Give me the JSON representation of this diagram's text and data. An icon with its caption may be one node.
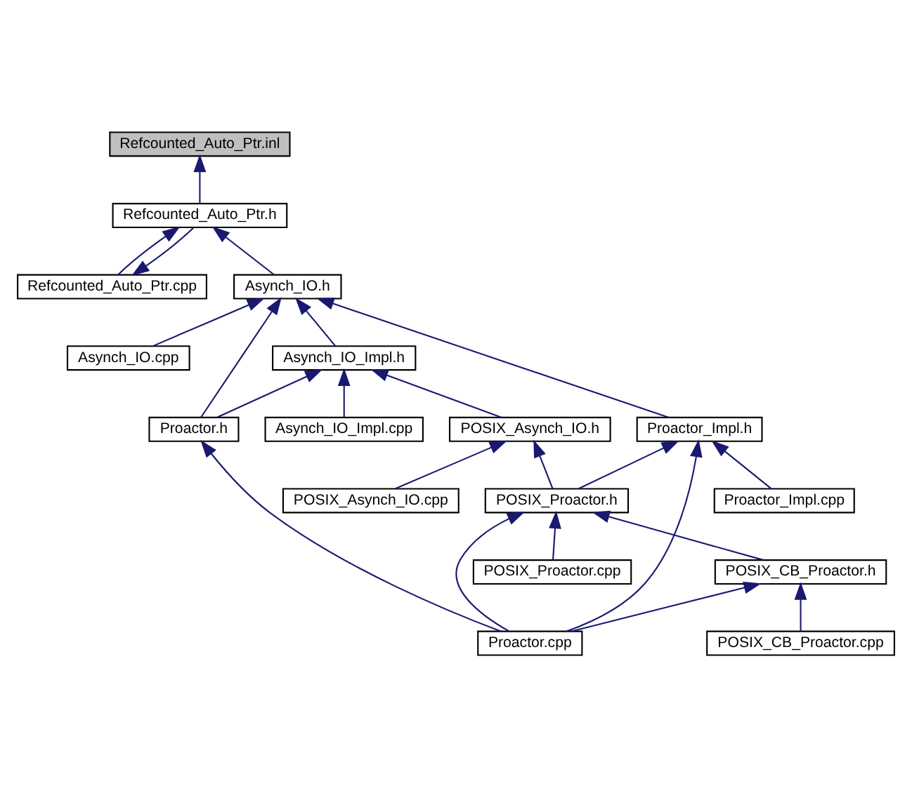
{
  "diagram": {
    "nodes": [
      {
        "text": [
          "Refcounted_Auto_Ptr.inl"
        ]
      },
      {
        "text": [
          "Refcounted_Auto_Ptr.h"
        ]
      },
      {
        "text": [
          "Asynch_IO.h"
        ]
      },
      {
        "text": [
          "Refcounted_Auto_Ptr.cpp"
        ]
      },
      {
        "text": [
          "Asynch_IO.cpp"
        ]
      },
      {
        "text": [
          "Asynch_IO_Impl.h"
        ]
      },
      {
        "text": [
          "Proactor_Impl.h"
        ]
      },
      {
        "text": [
          "Proactor.h"
        ]
      },
      {
        "text": [
          "Asynch_IO_Impl.cpp"
        ]
      },
      {
        "text": [
          "POSIX_Asynch_IO.h"
        ]
      },
      {
        "text": [
          "Proactor_Impl.cpp"
        ]
      },
      {
        "text": [
          "POSIX_Proactor.h"
        ]
      },
      {
        "text": [
          "POSIX_Asynch_IO.cpp"
        ]
      },
      {
        "text": [
          "POSIX_Proactor.cpp"
        ]
      },
      {
        "text": [
          "POSIX_CB_Proactor.h"
        ]
      },
      {
        "text": [
          "Proactor.cpp"
        ]
      },
      {
        "text": [
          "POSIX_CB_Proactor.cpp"
        ]
      }
    ],
    "edges": [
      {
        "from": 1,
        "to": 0,
        "arrow": "to"
      },
      {
        "from": 2,
        "to": 1,
        "arrow": "to"
      },
      {
        "from": 3,
        "to": 1,
        "arrow": "to"
      },
      {
        "from": 1,
        "to": 3,
        "arrow": "to"
      },
      {
        "from": 4,
        "to": 2,
        "arrow": "to"
      },
      {
        "from": 5,
        "to": 2,
        "arrow": "to"
      },
      {
        "from": 6,
        "to": 2,
        "arrow": "to"
      },
      {
        "from": 7,
        "to": 2,
        "arrow": "to"
      },
      {
        "from": 7,
        "to": 5,
        "arrow": "to"
      },
      {
        "from": 8,
        "to": 5,
        "arrow": "to"
      },
      {
        "from": 9,
        "to": 5,
        "arrow": "to"
      },
      {
        "from": 10,
        "to": 6,
        "arrow": "to"
      },
      {
        "from": 11,
        "to": 6,
        "arrow": "to"
      },
      {
        "from": 15,
        "to": 6,
        "arrow": "to"
      },
      {
        "from": 11,
        "to": 9,
        "arrow": "to"
      },
      {
        "from": 12,
        "to": 9,
        "arrow": "to"
      },
      {
        "from": 15,
        "to": 7,
        "arrow": "to"
      },
      {
        "from": 13,
        "to": 11,
        "arrow": "to"
      },
      {
        "from": 14,
        "to": 11,
        "arrow": "to"
      },
      {
        "from": 15,
        "to": 11,
        "arrow": "to"
      },
      {
        "from": 15,
        "to": 14,
        "arrow": "to"
      },
      {
        "from": 16,
        "to": 14,
        "arrow": "to"
      }
    ]
  }
}
